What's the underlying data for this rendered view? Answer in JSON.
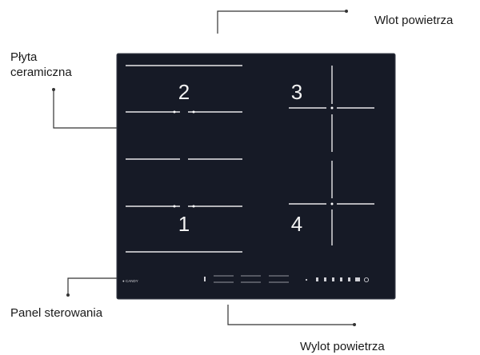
{
  "labels": {
    "air_inlet": "Wlot powietrza",
    "ceramic_plate": [
      "Płyta",
      "ceramiczna"
    ],
    "control_panel": "Panel sterowania",
    "air_outlet": "Wylot powietrza"
  },
  "zones": [
    "1",
    "2",
    "3",
    "4"
  ],
  "brand": "● CANDY",
  "colors": {
    "cooktop": "#161a26",
    "cooktop_edge": "#3a3e4a",
    "lines": "#e8e8ea",
    "leader": "#333333"
  }
}
